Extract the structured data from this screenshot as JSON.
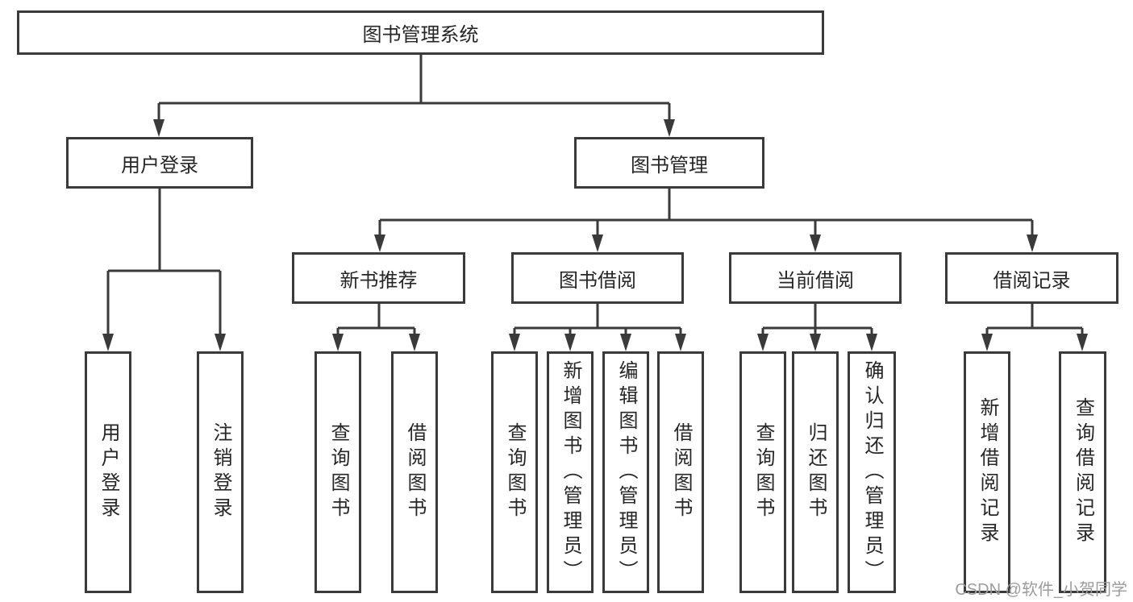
{
  "diagram": {
    "root": {
      "label": "图书管理系统"
    },
    "branches": {
      "user_login": {
        "label": "用户登录"
      },
      "book_mgmt": {
        "label": "图书管理"
      }
    },
    "modules": {
      "new_books": {
        "label": "新书推荐"
      },
      "borrowing": {
        "label": "图书借阅"
      },
      "current": {
        "label": "当前借阅"
      },
      "records": {
        "label": "借阅记录"
      }
    },
    "leaves": {
      "login": {
        "label": "用户登录"
      },
      "logout": {
        "label": "注销登录"
      },
      "nb_query": {
        "label": "查询图书"
      },
      "nb_borrow": {
        "label": "借阅图书"
      },
      "bw_query": {
        "label": "查询图书"
      },
      "bw_add": {
        "label": "新增图书（管理员）"
      },
      "bw_edit": {
        "label": "编辑图书（管理员）"
      },
      "bw_borrow": {
        "label": "借阅图书"
      },
      "cur_query": {
        "label": "查询图书"
      },
      "cur_return": {
        "label": "归还图书"
      },
      "cur_confirm": {
        "label": "确认归还（管理员）"
      },
      "rec_add": {
        "label": "新增借阅记录"
      },
      "rec_query": {
        "label": "查询借阅记录"
      }
    },
    "watermark": "CSDN @软件_小贺同学",
    "colors": {
      "line": "#3a3a3a",
      "text": "#262626",
      "watermark": "#9c9c9c",
      "background": "#ffffff"
    }
  }
}
